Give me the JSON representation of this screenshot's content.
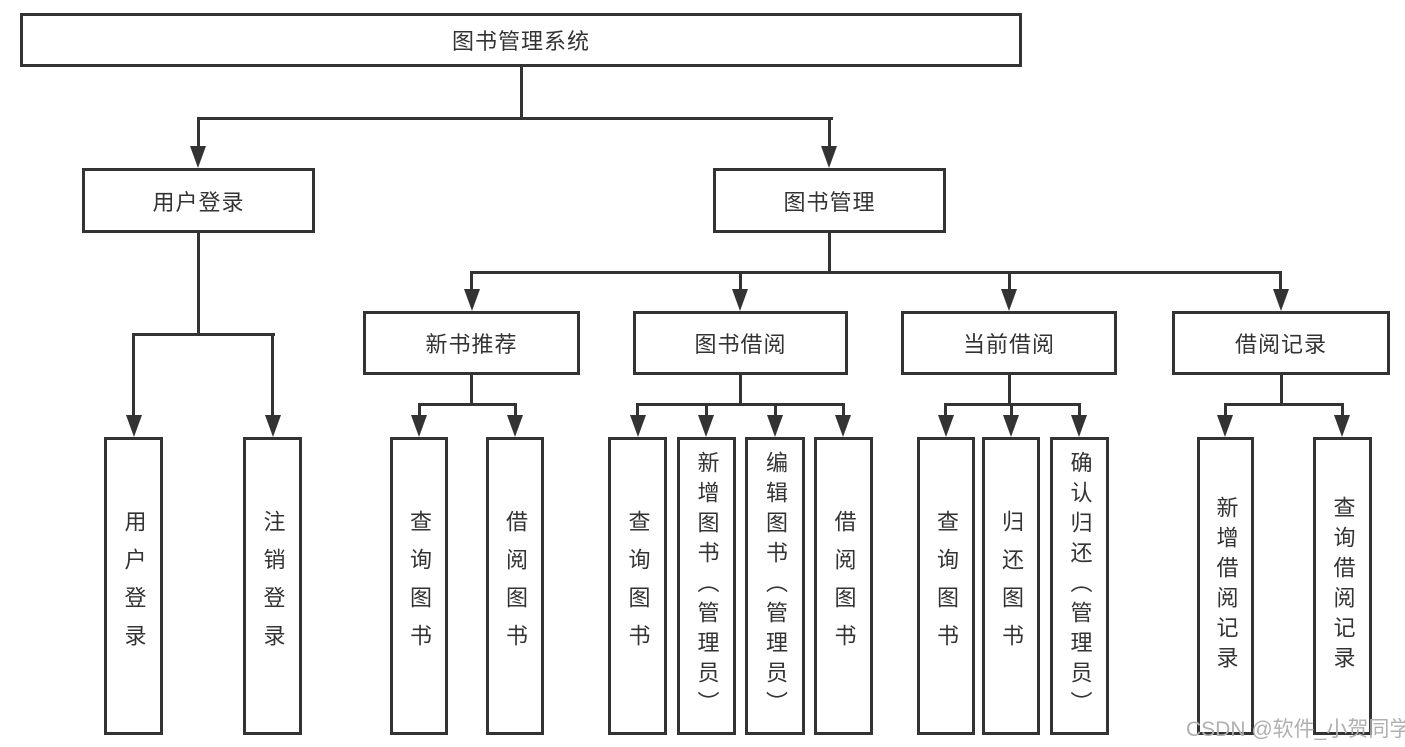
{
  "watermark": {
    "text": "CSDN @软件_小贺同学"
  },
  "colors": {
    "line": "#333333",
    "box_border": "#333333",
    "text": "#333333",
    "background": "#ffffff",
    "watermark": "#b0b0b0"
  },
  "tree": {
    "root": {
      "label": "图书管理系统"
    },
    "branches": [
      {
        "label": "用户登录",
        "children": [
          {
            "label": "用户登录"
          },
          {
            "label": "注销登录"
          }
        ]
      },
      {
        "label": "图书管理",
        "children": [
          {
            "label": "新书推荐",
            "children": [
              {
                "label": "查询图书"
              },
              {
                "label": "借阅图书"
              }
            ]
          },
          {
            "label": "图书借阅",
            "children": [
              {
                "label": "查询图书"
              },
              {
                "label": "新增图书（管理员）"
              },
              {
                "label": "编辑图书（管理员）"
              },
              {
                "label": "借阅图书"
              }
            ]
          },
          {
            "label": "当前借阅",
            "children": [
              {
                "label": "查询图书"
              },
              {
                "label": "归还图书"
              },
              {
                "label": "确认归还（管理员）"
              }
            ]
          },
          {
            "label": "借阅记录",
            "children": [
              {
                "label": "新增借阅记录"
              },
              {
                "label": "查询借阅记录"
              }
            ]
          }
        ]
      }
    ]
  }
}
